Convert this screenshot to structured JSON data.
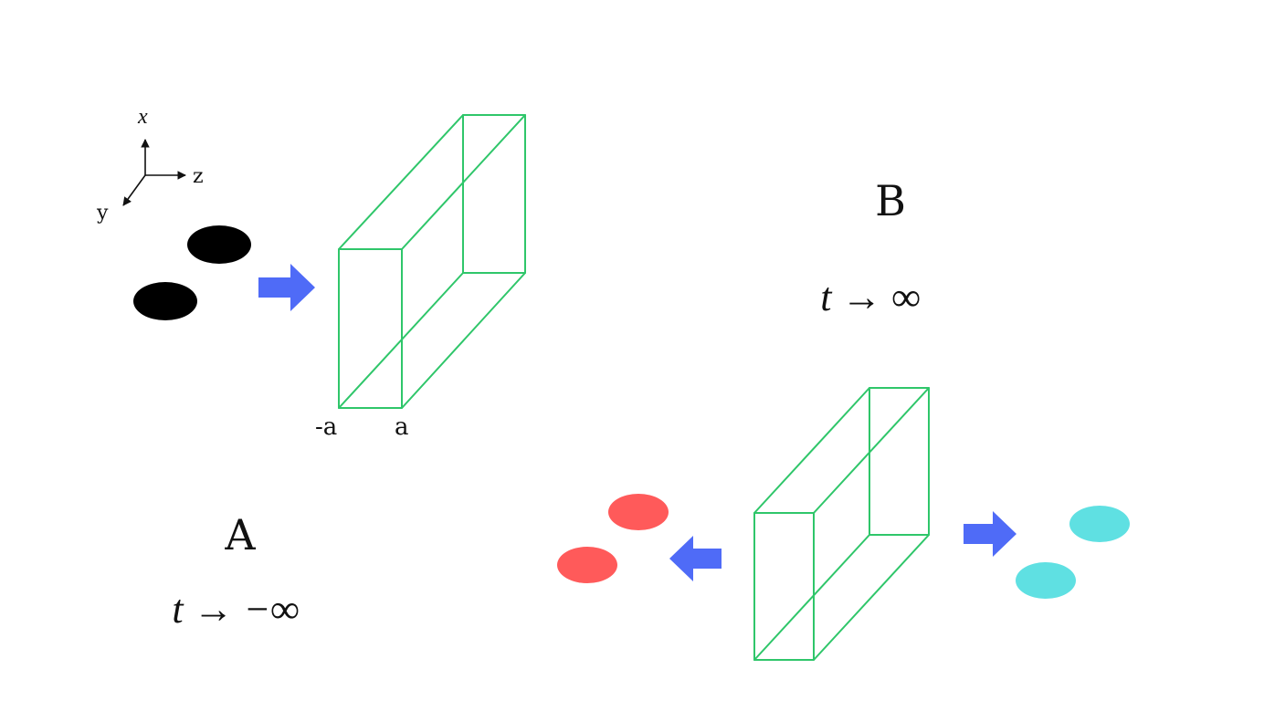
{
  "axes": {
    "x_label": "x",
    "z_label": "z",
    "y_label": "y"
  },
  "box_labels": {
    "left_edge": "-a",
    "right_edge": "a"
  },
  "panel_a": {
    "label": "A",
    "time": "t → −∞"
  },
  "panel_b": {
    "label": "B",
    "time": "t → ∞"
  },
  "colors": {
    "incoming_particles": "#000000",
    "reflected_particles": "#ff5a5a",
    "transmitted_particles": "#5fe0e2",
    "arrow": "#4f6bf7",
    "box": "#2fc66a"
  }
}
